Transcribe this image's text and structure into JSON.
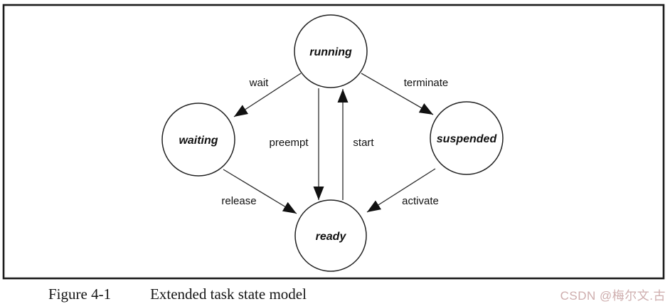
{
  "page": {
    "background": "#ffffff"
  },
  "figure_frame": {
    "border_color": "#1c1c1c",
    "line_color": "#2b2b2b",
    "arrow_color": "#111111"
  },
  "diagram": {
    "type": "state-machine",
    "states": [
      {
        "id": "running",
        "label": "running"
      },
      {
        "id": "waiting",
        "label": "waiting"
      },
      {
        "id": "suspended",
        "label": "suspended"
      },
      {
        "id": "ready",
        "label": "ready"
      }
    ],
    "transitions": [
      {
        "label": "wait",
        "from": "running",
        "to": "waiting"
      },
      {
        "label": "terminate",
        "from": "running",
        "to": "suspended"
      },
      {
        "label": "preempt",
        "from": "running",
        "to": "ready"
      },
      {
        "label": "start",
        "from": "ready",
        "to": "running"
      },
      {
        "label": "release",
        "from": "waiting",
        "to": "ready"
      },
      {
        "label": "activate",
        "from": "suspended",
        "to": "ready"
      }
    ]
  },
  "caption": {
    "figure_number": "Figure 4-1",
    "title": "Extended task state model"
  },
  "watermark": {
    "text": "CSDN @梅尔文.古",
    "color": "#ceadad"
  }
}
